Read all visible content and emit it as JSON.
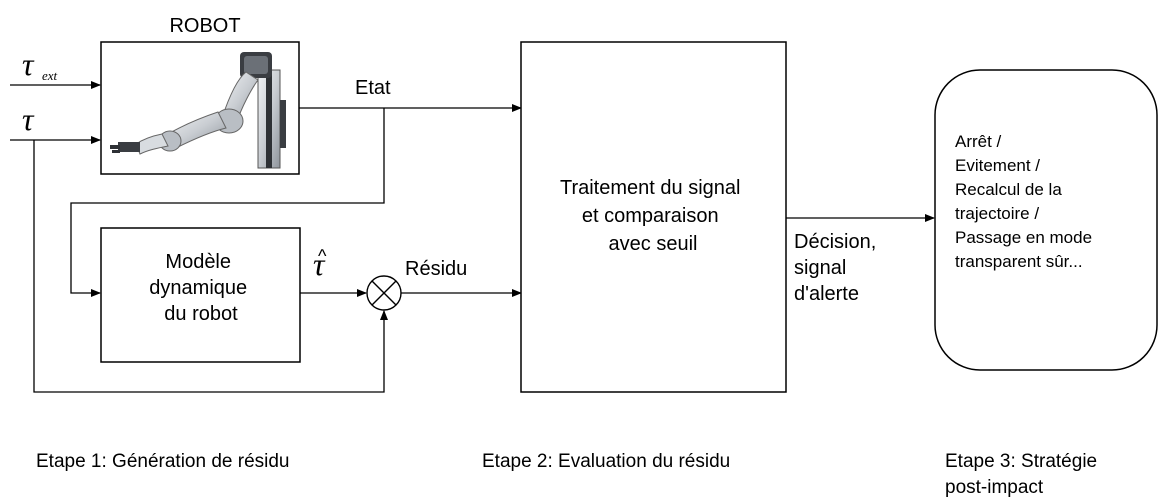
{
  "robot": {
    "title": "ROBOT",
    "image": "robot-arm-illustration"
  },
  "inputs": {
    "tau_ext_symbol": "τ",
    "tau_ext_sub": "ext",
    "tau_symbol": "τ",
    "tau_hat_symbol": "τ",
    "tau_hat_accent": "^"
  },
  "signals": {
    "etat": "Etat",
    "residu": "Résidu",
    "decision_lines": [
      "Décision,",
      "signal",
      "d'alerte"
    ]
  },
  "model_box": {
    "lines": [
      "Modèle",
      "dynamique",
      "du robot"
    ]
  },
  "processing_box": {
    "lines": [
      "Traitement du signal",
      "et comparaison",
      "avec seuil"
    ]
  },
  "strategy_box": {
    "lines": [
      "Arrêt /",
      "Evitement /",
      "Recalcul de la",
      "trajectoire /",
      "Passage en mode",
      "transparent sûr..."
    ]
  },
  "steps": {
    "step1": "Etape 1: Génération de résidu",
    "step2": "Etape 2: Evaluation du résidu",
    "step3_lines": [
      "Etape 3: Stratégie",
      "post-impact"
    ]
  },
  "colors": {
    "stroke": "#000000",
    "background": "#ffffff",
    "robot_metal": "#c9cdd2",
    "robot_dark": "#3a3d42"
  }
}
